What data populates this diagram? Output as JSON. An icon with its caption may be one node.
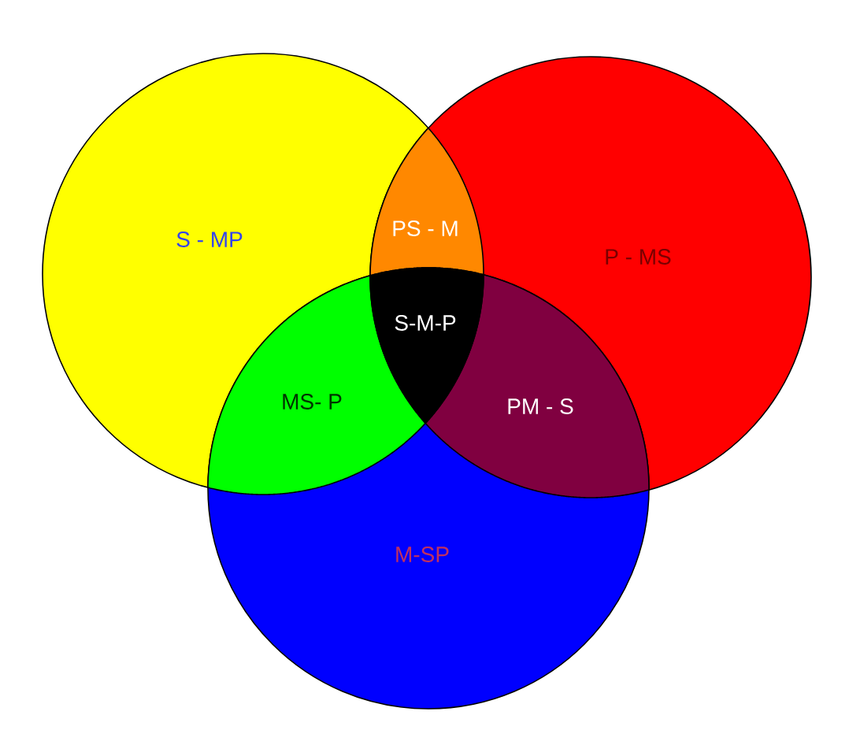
{
  "diagram": {
    "nodes": [
      {
        "text": [
          "S - MP"
        ]
      },
      {
        "text": [
          "PS - M"
        ]
      },
      {
        "text": [
          "P - MS"
        ]
      },
      {
        "text": [
          "S-M-P"
        ]
      },
      {
        "text": [
          "MS- P"
        ]
      },
      {
        "text": [
          "PM - S"
        ]
      },
      {
        "text": [
          "M-SP"
        ]
      }
    ]
  }
}
